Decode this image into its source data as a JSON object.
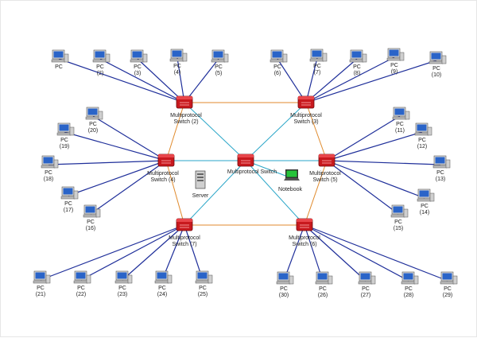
{
  "switches": {
    "center": {
      "line1": "Multiprotocol Switch",
      "line2": ""
    },
    "s2": {
      "line1": "Multiprotocol",
      "line2": "Switch (2)"
    },
    "s3": {
      "line1": "Multiprotocol",
      "line2": "Switch (3)"
    },
    "s4": {
      "line1": "Multiprotocol",
      "line2": "Switch (4)"
    },
    "s5": {
      "line1": "Multiprotocol",
      "line2": "Switch (5)"
    },
    "s6": {
      "line1": "Multiprotocol",
      "line2": "Switch (6)"
    },
    "s7": {
      "line1": "Multiprotocol",
      "line2": "Switch (7)"
    }
  },
  "devices": {
    "server": "Server",
    "notebook": "Notebook"
  },
  "pcs": [
    {
      "id": "pc1",
      "line1": "PC",
      "line2": ""
    },
    {
      "id": "pc2",
      "line1": "PC",
      "line2": "(2)"
    },
    {
      "id": "pc3",
      "line1": "PC",
      "line2": "(3)"
    },
    {
      "id": "pc4",
      "line1": "PC",
      "line2": "(4)"
    },
    {
      "id": "pc5",
      "line1": "PC",
      "line2": "(5)"
    },
    {
      "id": "pc6",
      "line1": "PC",
      "line2": "(6)"
    },
    {
      "id": "pc7",
      "line1": "PC",
      "line2": "(7)"
    },
    {
      "id": "pc8",
      "line1": "PC",
      "line2": "(8)"
    },
    {
      "id": "pc9",
      "line1": "PC",
      "line2": "(9)"
    },
    {
      "id": "pc10",
      "line1": "PC",
      "line2": "(10)"
    },
    {
      "id": "pc11",
      "line1": "PC",
      "line2": "(11)"
    },
    {
      "id": "pc12",
      "line1": "PC",
      "line2": "(12)"
    },
    {
      "id": "pc13",
      "line1": "PC",
      "line2": "(13)"
    },
    {
      "id": "pc14",
      "line1": "PC",
      "line2": "(14)"
    },
    {
      "id": "pc15",
      "line1": "PC",
      "line2": "(15)"
    },
    {
      "id": "pc16",
      "line1": "PC",
      "line2": "(16)"
    },
    {
      "id": "pc17",
      "line1": "PC",
      "line2": "(17)"
    },
    {
      "id": "pc18",
      "line1": "PC",
      "line2": "(18)"
    },
    {
      "id": "pc19",
      "line1": "PC",
      "line2": "(19)"
    },
    {
      "id": "pc20",
      "line1": "PC",
      "line2": "(20)"
    },
    {
      "id": "pc21",
      "line1": "PC",
      "line2": "(21)"
    },
    {
      "id": "pc22",
      "line1": "PC",
      "line2": "(22)"
    },
    {
      "id": "pc23",
      "line1": "PC",
      "line2": "(23)"
    },
    {
      "id": "pc24",
      "line1": "PC",
      "line2": "(24)"
    },
    {
      "id": "pc25",
      "line1": "PC",
      "line2": "(25)"
    },
    {
      "id": "pc26",
      "line1": "PC",
      "line2": "(26)"
    },
    {
      "id": "pc27",
      "line1": "PC",
      "line2": "(27)"
    },
    {
      "id": "pc28",
      "line1": "PC",
      "line2": "(28)"
    },
    {
      "id": "pc29",
      "line1": "PC",
      "line2": "(29)"
    },
    {
      "id": "pc30",
      "line1": "PC",
      "line2": "(30)"
    }
  ],
  "colors": {
    "ring_link": "#e08a2c",
    "hub_link": "#2aa6c8",
    "pc_link": "#1f2f9a",
    "switch_fill": "#c8191e",
    "monitor_screen": "#2a64c8",
    "notebook_screen": "#26c43a"
  }
}
